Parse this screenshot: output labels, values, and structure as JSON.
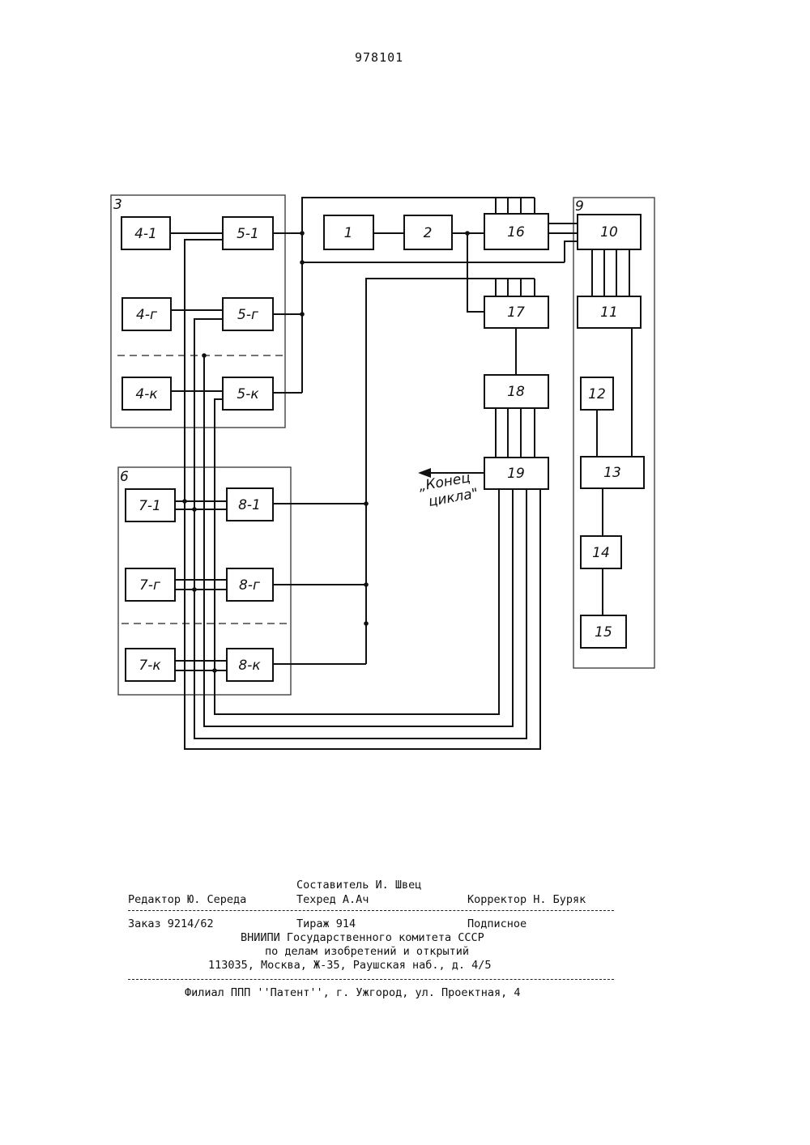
{
  "patent_number": "978101",
  "diagram": {
    "groups": {
      "g3": "3",
      "g6": "6",
      "g9": "9"
    },
    "blocks": {
      "b4_1": "4-1",
      "b4_2": "4-г",
      "b4_k": "4-к",
      "b5_1": "5-1",
      "b5_2": "5-г",
      "b5_k": "5-к",
      "b7_1": "7-1",
      "b7_2": "7-г",
      "b7_k": "7-к",
      "b8_1": "8-1",
      "b8_2": "8-г",
      "b8_k": "8-к",
      "b1": "1",
      "b2": "2",
      "b16": "16",
      "b17": "17",
      "b18": "18",
      "b19": "19",
      "b10": "10",
      "b11": "11",
      "b12": "12",
      "b13": "13",
      "b14": "14",
      "b15": "15"
    },
    "output_label_line1": "„Конец",
    "output_label_line2": "цикла\""
  },
  "imprint": {
    "composer": "Составитель И. Швец",
    "editor": "Редактор Ю. Середа",
    "techred": "Техред А.Ач",
    "corrector": "Корректор Н. Буряк",
    "order": "Заказ 9214/62",
    "circulation": "Тираж 914",
    "subscription": "Подписное",
    "org_line1": "ВНИИПИ Государственного комитета СССР",
    "org_line2": "по делам изобретений и открытий",
    "address": "113035, Москва, Ж-35, Раушская наб., д. 4/5",
    "branch": "Филиал ППП ''Патент'', г. Ужгород, ул. Проектная, 4"
  }
}
